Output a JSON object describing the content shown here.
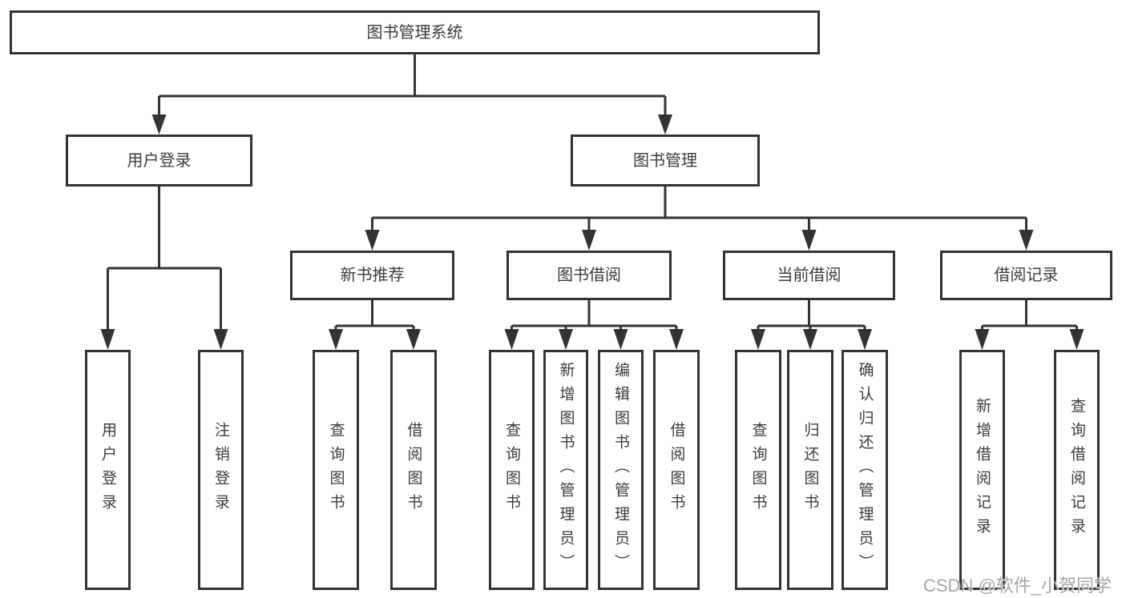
{
  "nodes": {
    "root": {
      "label": "图书管理系统"
    },
    "user_login": {
      "label": "用户登录"
    },
    "book_management": {
      "label": "图书管理"
    },
    "new_book_recommend": {
      "label": "新书推荐",
      "parent": "图书管理"
    },
    "book_borrow": {
      "label": "图书借阅",
      "parent": "图书管理"
    },
    "current_borrow": {
      "label": "当前借阅",
      "parent": "图书管理"
    },
    "borrow_records": {
      "label": "借阅记录",
      "parent": "图书管理"
    }
  },
  "leaves": [
    {
      "label": "用户登录",
      "parent": "用户登录"
    },
    {
      "label": "注销登录",
      "parent": "用户登录"
    },
    {
      "label": "查询图书",
      "parent": "新书推荐"
    },
    {
      "label": "借阅图书",
      "parent": "新书推荐"
    },
    {
      "label": "查询图书",
      "parent": "图书借阅"
    },
    {
      "label": "新增图书（管理员）",
      "parent": "图书借阅"
    },
    {
      "label": "编辑图书（管理员）",
      "parent": "图书借阅"
    },
    {
      "label": "借阅图书",
      "parent": "图书借阅"
    },
    {
      "label": "查询图书",
      "parent": "当前借阅"
    },
    {
      "label": "归还图书",
      "parent": "当前借阅"
    },
    {
      "label": "确认归还（管理员）",
      "parent": "当前借阅"
    },
    {
      "label": "新增借阅记录",
      "parent": "借阅记录"
    },
    {
      "label": "查询借阅记录",
      "parent": "借阅记录"
    }
  ],
  "watermark": {
    "text": "CSDN @软件_小贺同学"
  },
  "colors": {
    "line": "#333333",
    "text": "#3b3b3b",
    "watermark": "#a6a6a6",
    "background": "#ffffff"
  }
}
